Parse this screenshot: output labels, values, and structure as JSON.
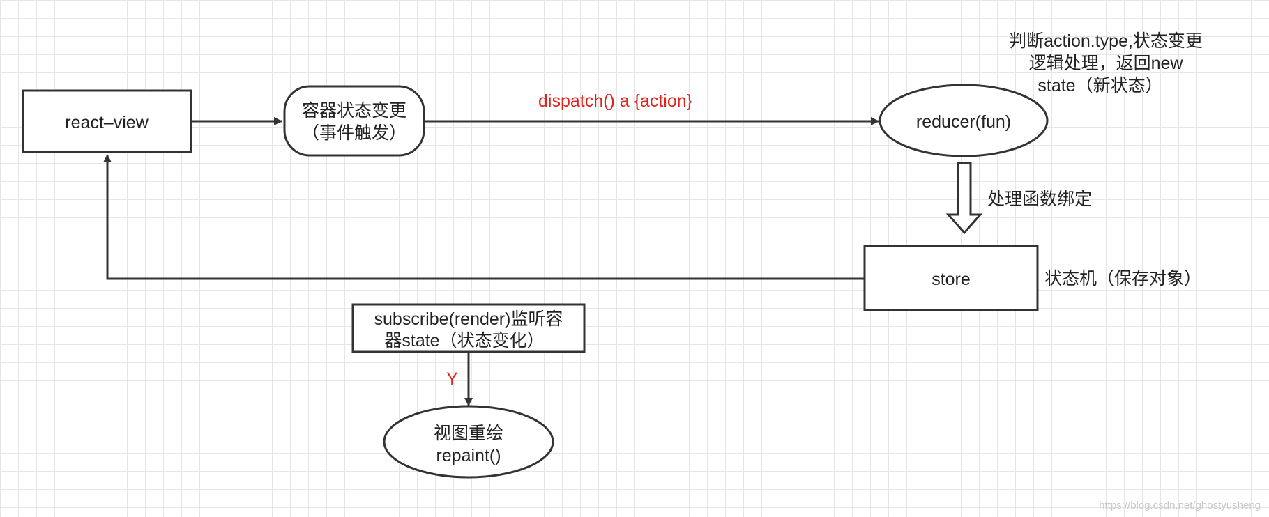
{
  "nodes": {
    "react_view": {
      "label": "react–view"
    },
    "container": {
      "line1": "容器状态变更",
      "line2": "（事件触发）"
    },
    "reducer": {
      "label": "reducer(fun)"
    },
    "store": {
      "label": "store"
    },
    "subscribe": {
      "line1": "subscribe(render)监听容",
      "line2": "器state（状态变化）"
    },
    "repaint": {
      "line1": "视图重绘",
      "line2": "repaint()"
    }
  },
  "edges": {
    "dispatch_label": "dispatch()  a  {action}",
    "y_label": "Y"
  },
  "annotations": {
    "reducer_note": [
      "判断action.type,状态变更",
      "逻辑处理，返回new",
      "state（新状态）"
    ],
    "bind_note": "处理函数绑定",
    "store_note": "状态机（保存对象）"
  },
  "watermark": "https://blog.csdn.net/ghostyusheng",
  "colors": {
    "line": "#333333",
    "label_red": "#e0231c",
    "grid": "#e6e6e6"
  }
}
